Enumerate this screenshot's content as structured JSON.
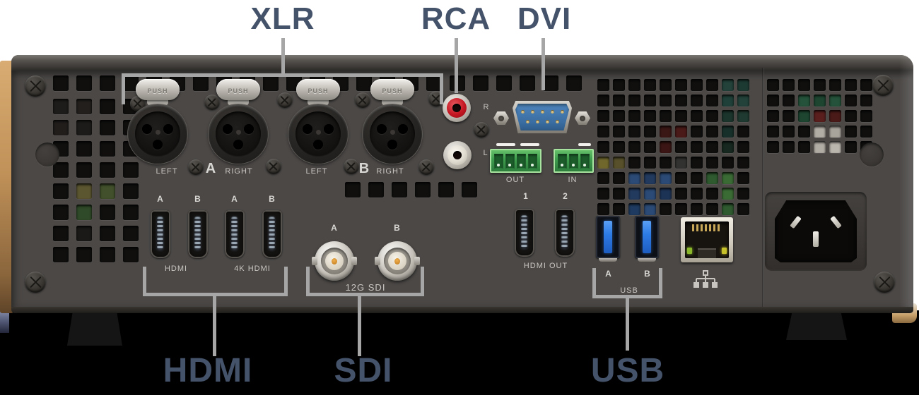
{
  "callouts": {
    "xlr": "XLR",
    "rca": "RCA",
    "dvi": "DVI",
    "hdmi": "HDMI",
    "sdi": "SDI",
    "usb": "USB"
  },
  "panel_labels": {
    "push": "PUSH",
    "xlr_a": {
      "left": "LEFT",
      "group": "A",
      "right": "RIGHT"
    },
    "xlr_b": {
      "left": "LEFT",
      "group": "B",
      "right": "RIGHT"
    },
    "rca_right": "R",
    "rca_left": "L",
    "audio_out": "OUT",
    "audio_in": "IN",
    "hdmi_out_1": "1",
    "hdmi_out_2": "2",
    "hdmi_out": "HDMI OUT",
    "hdmi_in_a1": "A",
    "hdmi_in_b1": "B",
    "hdmi_in_a2": "A",
    "hdmi_in_b2": "B",
    "hdmi_in_group1": "HDMI",
    "hdmi_in_group2": "4K HDMI",
    "sdi_a": "A",
    "sdi_b": "B",
    "sdi_label": "12G SDI",
    "usb_a": "A",
    "usb_b": "B",
    "usb_label": "USB"
  },
  "colors": {
    "callout_text": "#44526a",
    "callout_line": "#a6a6a6",
    "rca_red": "#c41622",
    "rca_white": "#eae6de",
    "dvi_blue": "#4076ab",
    "terminal_green": "#3f9f4f",
    "usb_blue": "#2e7ce6",
    "panel_gray": "#4b4846",
    "wood_tan": "#c29a64"
  }
}
